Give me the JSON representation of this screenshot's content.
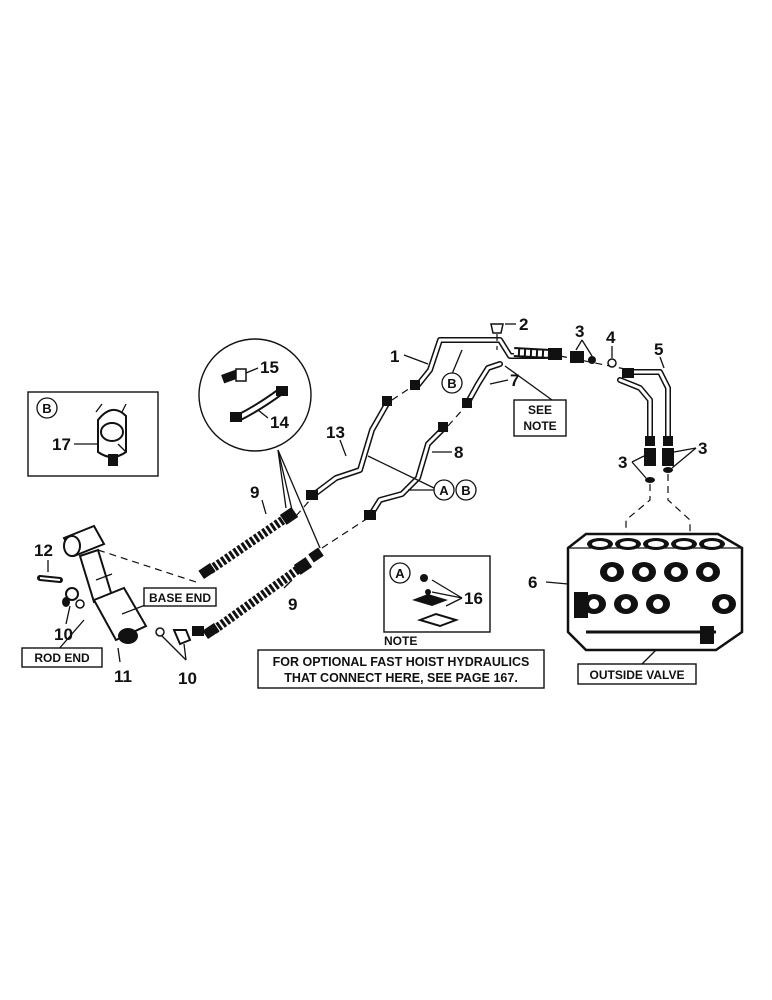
{
  "parts": {
    "p1": "1",
    "p2": "2",
    "p3a": "3",
    "p3b": "3",
    "p3c": "3",
    "p4": "4",
    "p5": "5",
    "p6": "6",
    "p7": "7",
    "p8": "8",
    "p9a": "9",
    "p9b": "9",
    "p10a": "10",
    "p10b": "10",
    "p11": "11",
    "p12": "12",
    "p13": "13",
    "p14": "14",
    "p15": "15",
    "p16": "16",
    "p17": "17"
  },
  "circles": {
    "a": "A",
    "b": "B"
  },
  "labels": {
    "see_note_line1": "SEE",
    "see_note_line2": "NOTE",
    "base_end": "BASE END",
    "rod_end": "ROD END",
    "outside_valve": "OUTSIDE VALVE",
    "note_heading": "NOTE",
    "note_line1": "FOR OPTIONAL FAST HOIST HYDRAULICS",
    "note_line2": "THAT CONNECT HERE, SEE PAGE 167."
  }
}
